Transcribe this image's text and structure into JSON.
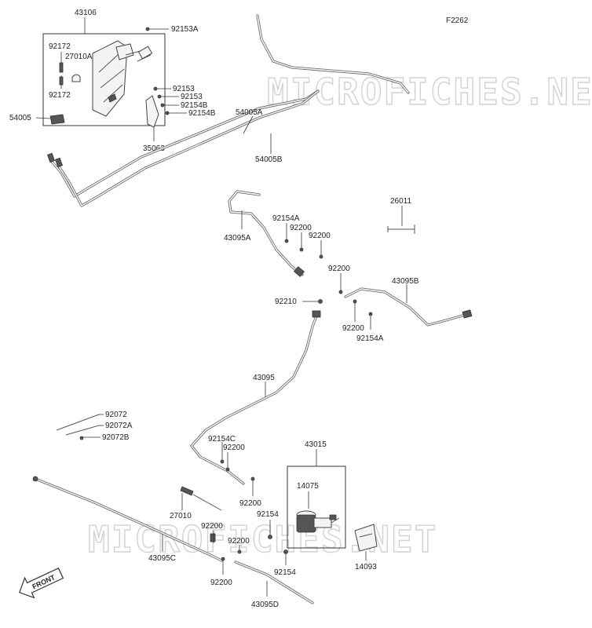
{
  "figure_code": "F2262",
  "watermark": "MICROFICHES.NET",
  "front_label": "FRONT",
  "labels": {
    "p43106": "43106",
    "p92153A": "92153A",
    "p92172a": "92172",
    "p27010A": "27010A",
    "p92172b": "92172",
    "p54005": "54005",
    "p92153a": "92153",
    "p92153b": "92153",
    "p92154Ba": "92154B",
    "p92154Bb": "92154B",
    "p54005A": "54005A",
    "p35063": "35063",
    "p54005B": "54005B",
    "p26011": "26011",
    "p92154A": "92154A",
    "p92200a": "92200",
    "p92200b": "92200",
    "p43095A": "43095A",
    "p92200c": "92200",
    "p43095B": "43095B",
    "p92210": "92210",
    "p92200d": "92200",
    "p92154Ab": "92154A",
    "p43095": "43095",
    "p92072": "92072",
    "p92072A": "92072A",
    "p92072B": "92072B",
    "p92154C": "92154C",
    "p92200e": "92200",
    "p43015": "43015",
    "p14075": "14075",
    "p92200f": "92200",
    "p27010": "27010",
    "p92154a": "92154",
    "p92200g": "92200",
    "p92200h": "92200",
    "p43095C": "43095C",
    "p14093": "14093",
    "p92154b": "92154",
    "p92200i": "92200",
    "p43095D": "43095D"
  }
}
